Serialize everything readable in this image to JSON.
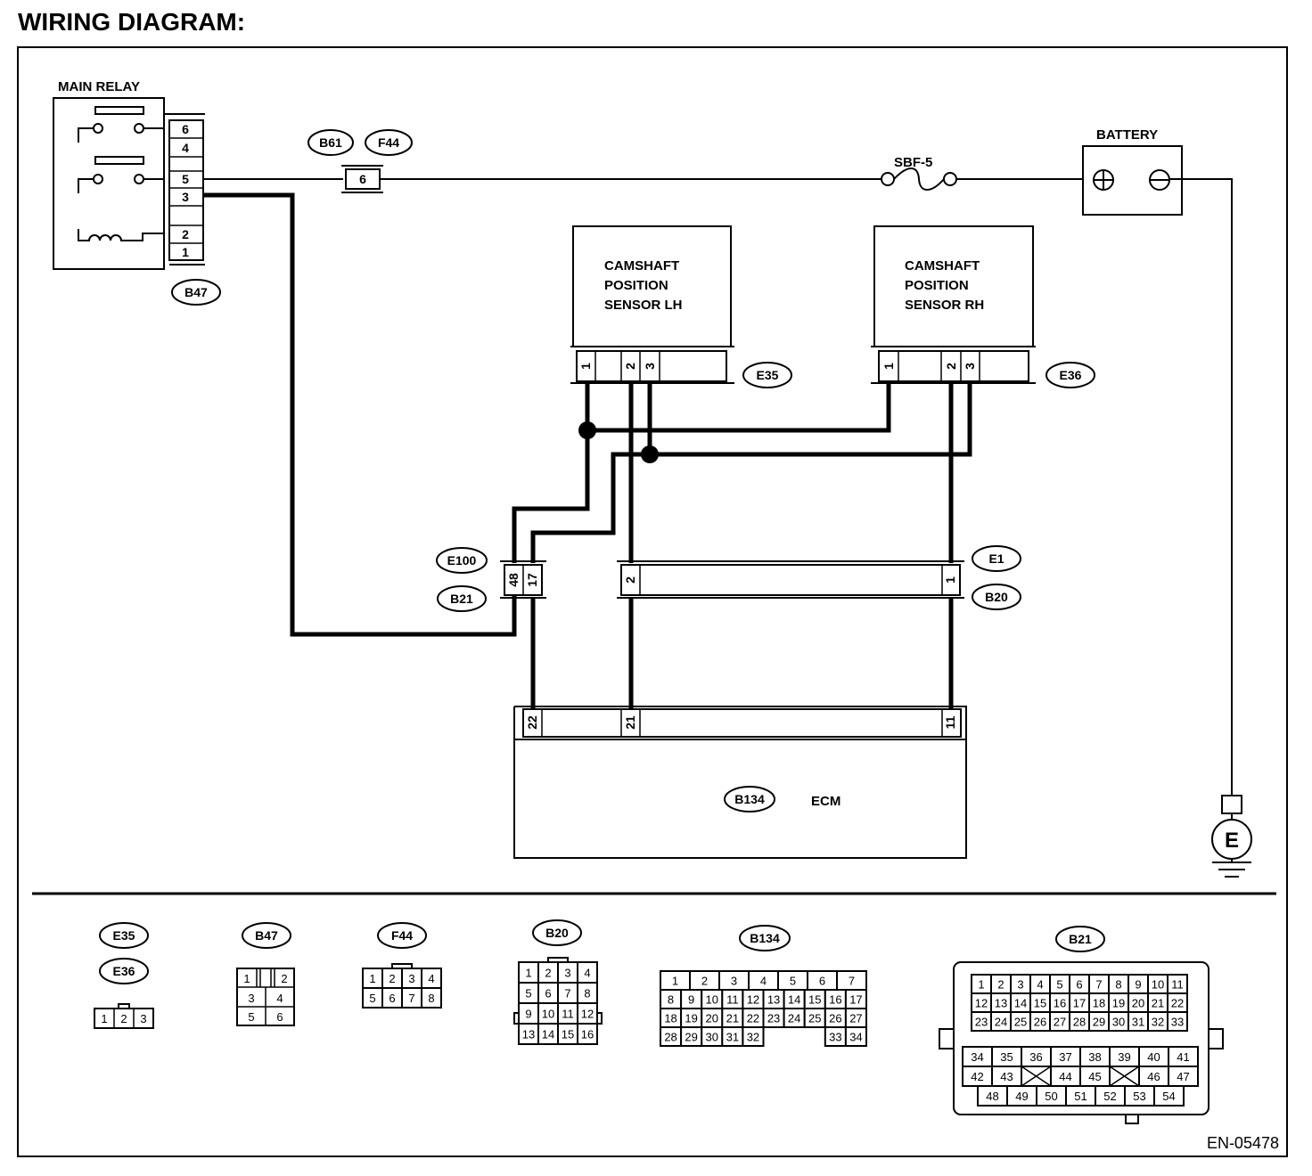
{
  "title": "WIRING DIAGRAM:",
  "components": {
    "main_relay": "MAIN RELAY",
    "battery": "BATTERY",
    "fuse": "SBF-5",
    "sensor_lh": [
      "CAMSHAFT",
      "POSITION",
      "SENSOR LH"
    ],
    "sensor_rh": [
      "CAMSHAFT",
      "POSITION",
      "SENSOR RH"
    ],
    "ecm": "ECM",
    "ground": "E"
  },
  "connectors": {
    "b47": "B47",
    "b61": "B61",
    "f44": "F44",
    "e35": "E35",
    "e36": "E36",
    "e100": "E100",
    "b21": "B21",
    "e1": "E1",
    "b20": "B20",
    "b134": "B134"
  },
  "pins": {
    "relay": [
      "6",
      "4",
      "5",
      "3",
      "2",
      "1"
    ],
    "f44_inline": "6",
    "sensor": [
      "1",
      "2",
      "3"
    ],
    "e100_b21": [
      "48",
      "17"
    ],
    "e1_b20": [
      "2",
      "1"
    ],
    "ecm": [
      "22",
      "21",
      "11"
    ]
  },
  "legend": {
    "e35_e36_pins": [
      "1",
      "2",
      "3"
    ],
    "b47_rows": [
      [
        "1",
        "",
        "2"
      ],
      [
        "3",
        "4"
      ],
      [
        "5",
        "6"
      ]
    ],
    "f44_rows": [
      [
        "1",
        "2",
        "3",
        "4"
      ],
      [
        "5",
        "6",
        "7",
        "8"
      ]
    ],
    "b20_rows": [
      [
        "1",
        "2",
        "3",
        "4"
      ],
      [
        "5",
        "6",
        "7",
        "8"
      ],
      [
        "9",
        "10",
        "11",
        "12"
      ],
      [
        "13",
        "14",
        "15",
        "16"
      ]
    ],
    "b134_rows": [
      [
        "1",
        "2",
        "3",
        "4",
        "5",
        "6",
        "7"
      ],
      [
        "8",
        "9",
        "10",
        "11",
        "12",
        "13",
        "14",
        "15",
        "16",
        "17"
      ],
      [
        "18",
        "19",
        "20",
        "21",
        "22",
        "23",
        "24",
        "25",
        "26",
        "27"
      ],
      [
        "28",
        "29",
        "30",
        "31",
        "32",
        "33",
        "34"
      ]
    ],
    "b21_rows": [
      [
        "1",
        "2",
        "3",
        "4",
        "5",
        "6",
        "7",
        "8",
        "9",
        "10",
        "11"
      ],
      [
        "12",
        "13",
        "14",
        "15",
        "16",
        "17",
        "18",
        "19",
        "20",
        "21",
        "22"
      ],
      [
        "23",
        "24",
        "25",
        "26",
        "27",
        "28",
        "29",
        "30",
        "31",
        "32",
        "33"
      ],
      [
        "34",
        "35",
        "36",
        "37",
        "38",
        "39",
        "40",
        "41"
      ],
      [
        "42",
        "43",
        "",
        "44",
        "45",
        "",
        "46",
        "47"
      ],
      [
        "48",
        "49",
        "50",
        "51",
        "52",
        "53",
        "54"
      ]
    ]
  },
  "figure_id": "EN-05478"
}
